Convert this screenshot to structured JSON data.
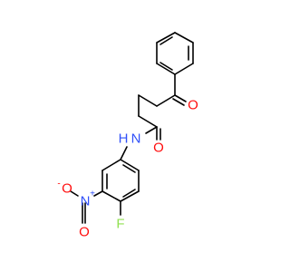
{
  "atoms": {
    "carbonyl_o1": {
      "label": "O",
      "color": "#ff0d0d"
    },
    "amide_o": {
      "label": "O",
      "color": "#ff0d0d"
    },
    "amide_n": {
      "label": "N",
      "color": "#3050f8"
    },
    "amide_h": {
      "label": "H",
      "color": "#3050f8"
    },
    "nitro_n": {
      "label": "N",
      "color": "#3050f8"
    },
    "nitro_n_charge": {
      "label": "+",
      "color": "#3050f8"
    },
    "nitro_o_top": {
      "label": "O",
      "color": "#ff0d0d"
    },
    "nitro_o_left": {
      "label": "O",
      "color": "#ff0d0d"
    },
    "nitro_o_charge": {
      "label": "-",
      "color": "#ff0d0d"
    },
    "fluorine": {
      "label": "F",
      "color": "#90e050"
    }
  }
}
